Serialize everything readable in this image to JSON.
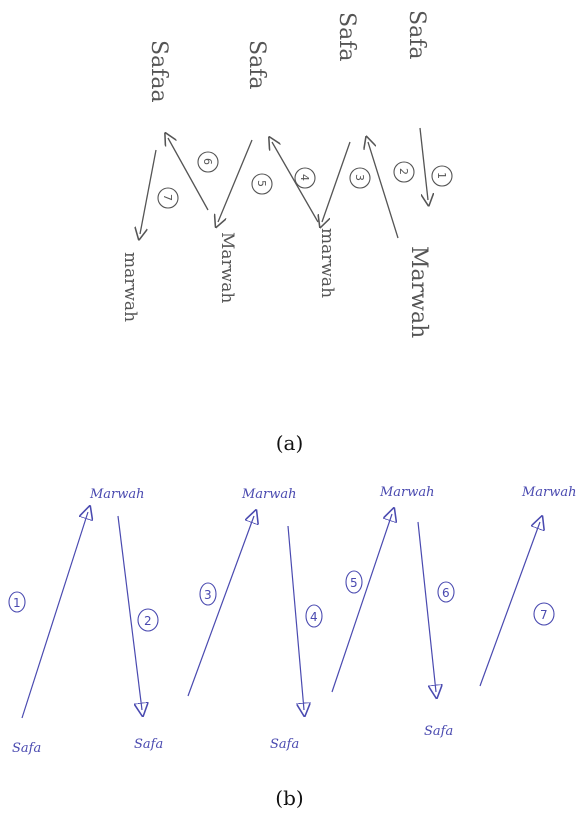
{
  "panel_a": {
    "caption": "(a)",
    "top_labels": [
      "Safaa",
      "Safa",
      "Safa",
      "Safa"
    ],
    "bottom_labels": [
      "marwah",
      "Marwah",
      "marwah",
      "Marwah"
    ],
    "step_numbers": [
      "7",
      "6",
      "5",
      "4",
      "3",
      "2",
      "1"
    ]
  },
  "panel_b": {
    "caption": "(b)",
    "top_labels": [
      "Marwah",
      "Marwah",
      "Marwah",
      "Marwah"
    ],
    "bottom_labels": [
      "Safa",
      "Safa",
      "Safa",
      "Safa"
    ],
    "step_numbers": [
      "1",
      "2",
      "3",
      "4",
      "5",
      "6",
      "7"
    ]
  },
  "colors": {
    "pencil": "#555555",
    "ink": "#4a4ab0"
  }
}
